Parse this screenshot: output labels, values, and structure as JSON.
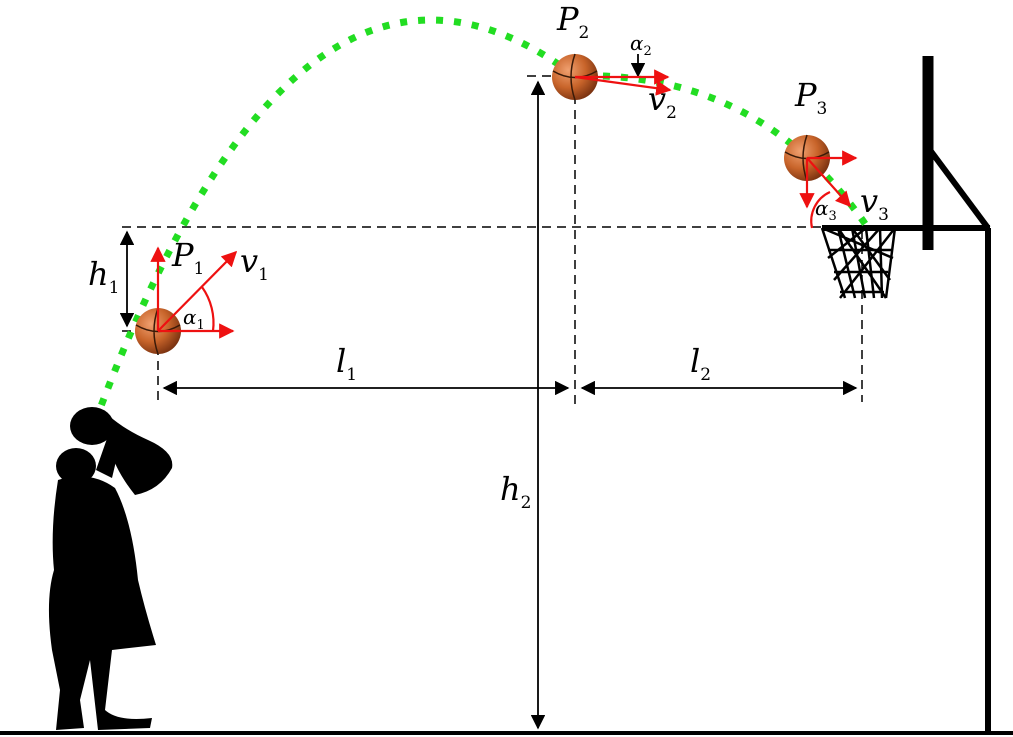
{
  "labels": {
    "P1": "P",
    "P1_sub": "1",
    "P2": "P",
    "P2_sub": "2",
    "P3": "P",
    "P3_sub": "3",
    "v1": "v",
    "v1_sub": "1",
    "v2": "v",
    "v2_sub": "2",
    "v3": "v",
    "v3_sub": "3",
    "a1": "α",
    "a1_sub": "1",
    "a2": "α",
    "a2_sub": "2",
    "a3": "α",
    "a3_sub": "3",
    "h1": "h",
    "h1_sub": "1",
    "h2": "h",
    "h2_sub": "2",
    "l1": "l",
    "l1_sub": "1",
    "l2": "l",
    "l2_sub": "2"
  },
  "colors": {
    "trajectory": "#22dd22",
    "vector": "#ee1111",
    "ball": "#c8642a",
    "ink": "#000000"
  }
}
